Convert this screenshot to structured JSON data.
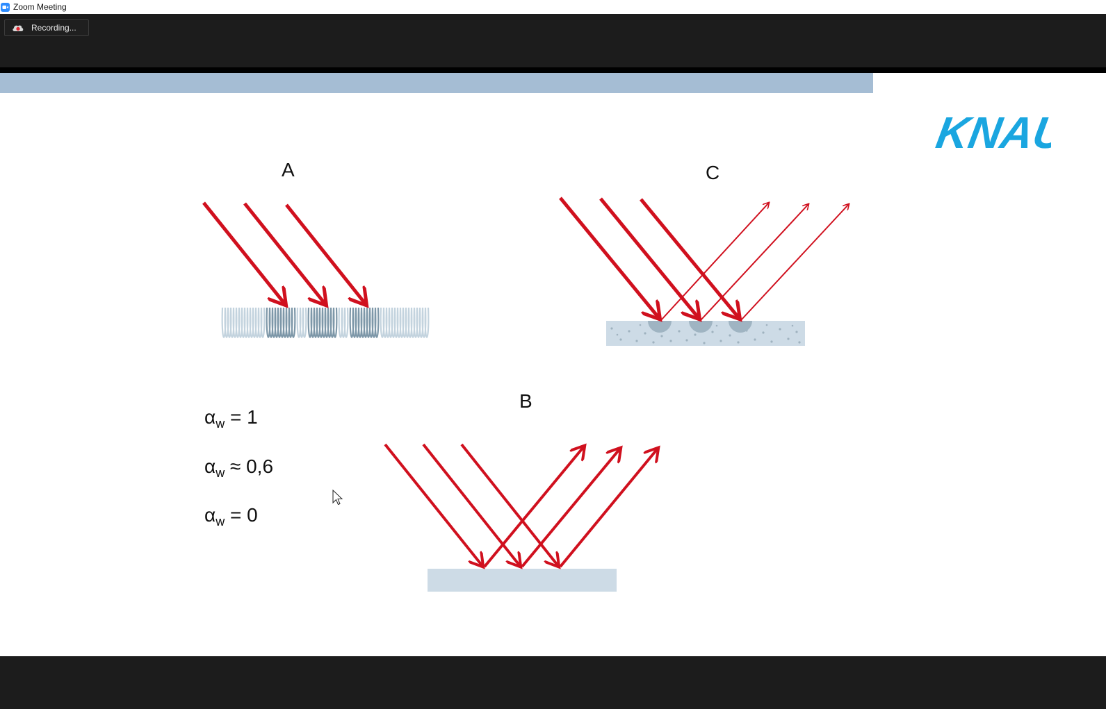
{
  "window": {
    "title": "Zoom Meeting"
  },
  "toolbar": {
    "recording_label": "Recording..."
  },
  "slide": {
    "logo_text": "KNAUF",
    "panels": {
      "a": "A",
      "b": "B",
      "c": "C"
    },
    "formulas": [
      {
        "symbol": "α",
        "sub": "w",
        "rest": " = 1"
      },
      {
        "symbol": "α",
        "sub": "w",
        "rest": " ≈ 0,6"
      },
      {
        "symbol": "α",
        "sub": "w",
        "rest": " = 0"
      }
    ]
  },
  "colors": {
    "accent_bar": "#a5bdd4",
    "arrow_red": "#d0101e",
    "logo_blue": "#1aa6e0",
    "surface": "#cddbe6"
  }
}
